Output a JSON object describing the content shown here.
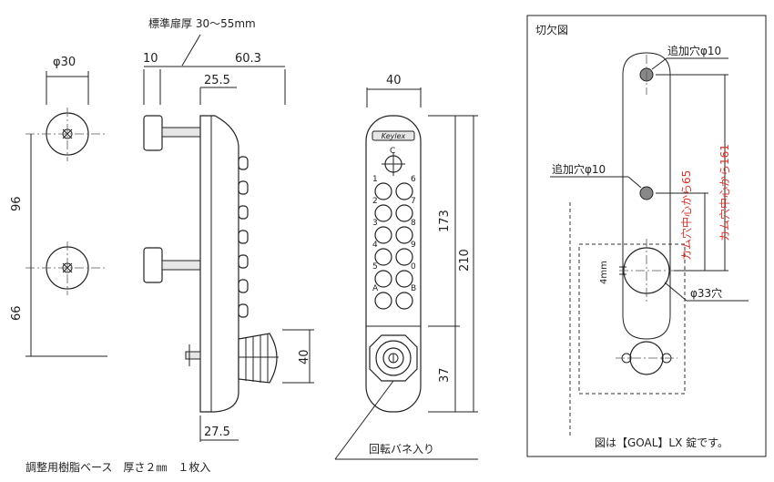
{
  "dimensions": {
    "door_thickness": "標準扉厚 30〜55mm",
    "phi30": "φ30",
    "d10": "10",
    "d60_3": "60.3",
    "d25_5": "25.5",
    "d96": "96",
    "d66": "66",
    "d40_side": "40",
    "d27_5": "27.5",
    "d40_front": "40",
    "d173": "173",
    "d210": "210",
    "d37": "37"
  },
  "keypad": {
    "brand": "Keylex",
    "c_key": "C",
    "left_keys": [
      "1",
      "2",
      "3",
      "4",
      "5",
      "A"
    ],
    "right_keys": [
      "6",
      "7",
      "8",
      "9",
      "0",
      "B"
    ]
  },
  "notes": {
    "base": "調整用樹脂ベース　厚さ２㎜　１枚入",
    "spring": "回転バネ入り"
  },
  "cutout": {
    "title": "切欠図",
    "hole_top": "追加穴φ10",
    "hole_mid": "追加穴φ10",
    "cam_161": "カム穴中心から161",
    "cam_65": "カム穴中心から65",
    "d4mm": "4mm",
    "hole33": "φ33穴",
    "footer": "図は【GOAL】LX 錠です。"
  },
  "colors": {
    "line": "#222222",
    "red": "#d8352a",
    "panel_bg": "#ffffff"
  }
}
